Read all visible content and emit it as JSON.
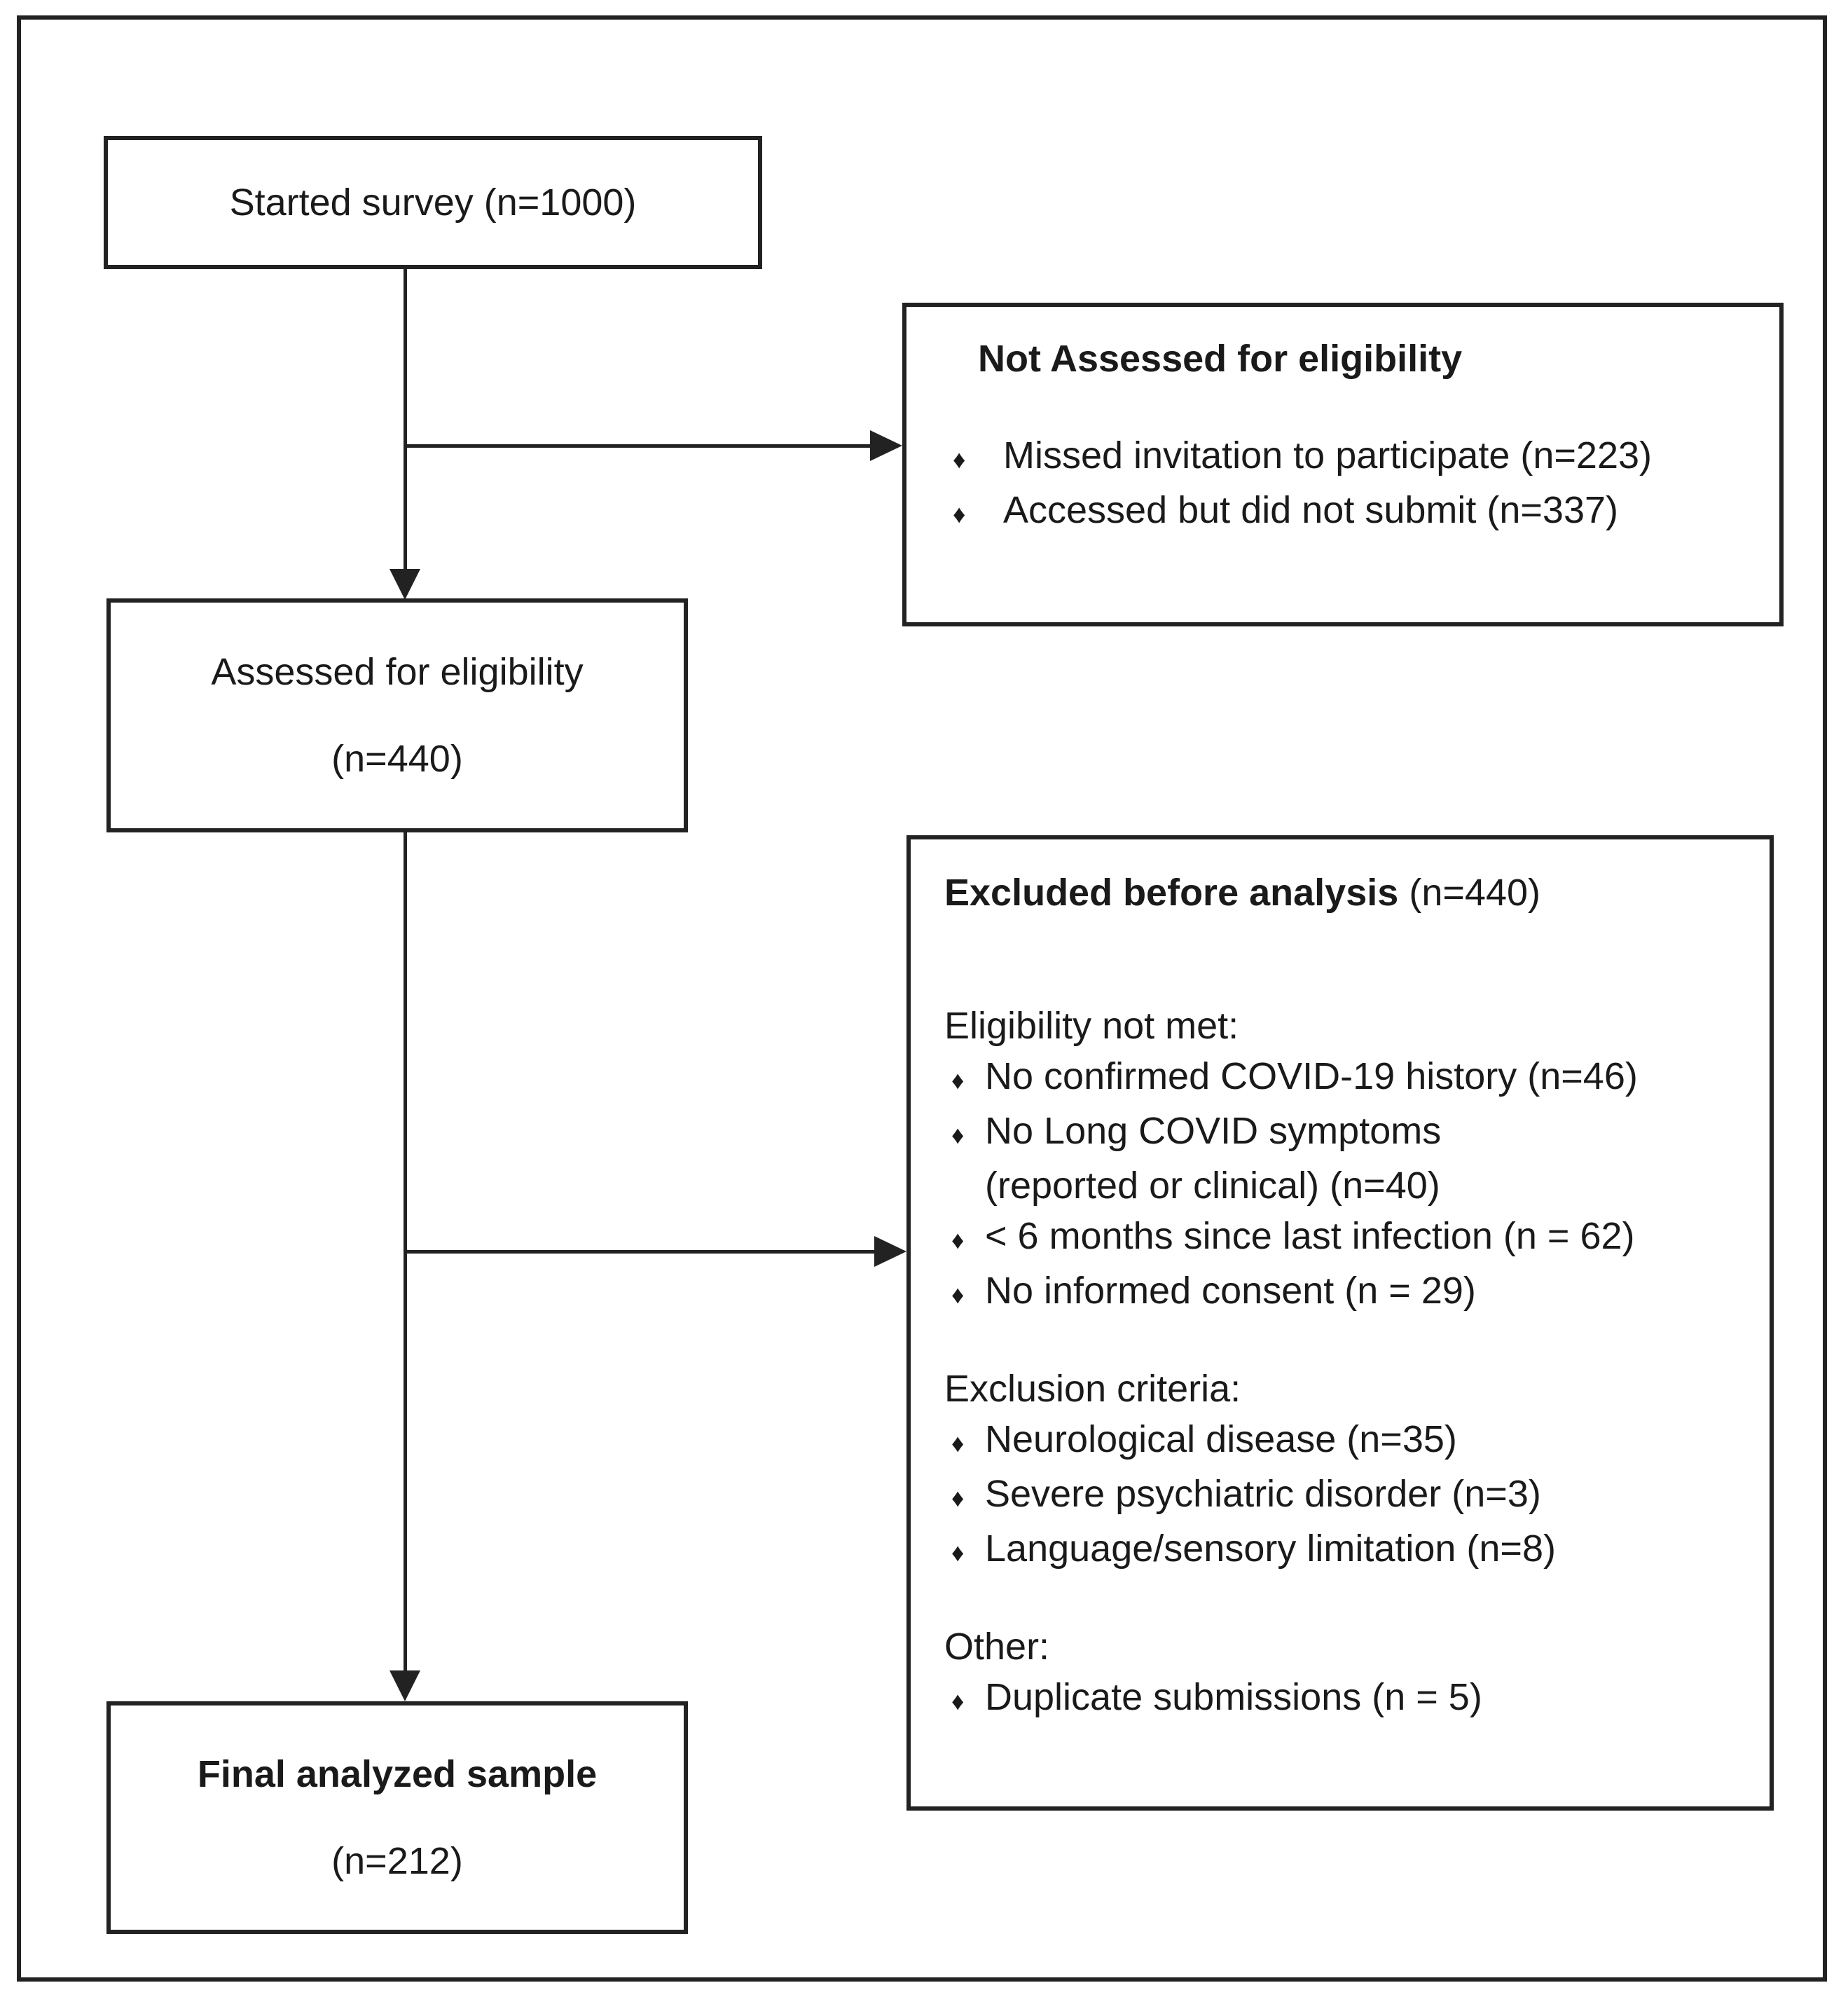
{
  "figure": {
    "type": "participant-flow-diagram",
    "line_color": "#222222",
    "bullet_glyph": "♦",
    "boxes": {
      "started": {
        "label": "Started survey (n=1000)"
      },
      "not_assessed": {
        "title": "Not Assessed for eligibility",
        "bullets": [
          "Missed invitation to participate (n=223)",
          "Accessed but did not submit (n=337)"
        ]
      },
      "assessed": {
        "label": "Assessed for eligibility",
        "count": "(n=440)"
      },
      "excluded": {
        "title": "Excluded before analysis",
        "title_count": "(n=440)",
        "sections": [
          {
            "heading": "Eligibility not met:",
            "bullets": [
              {
                "lines": [
                  "No confirmed COVID-19 history (n=46)"
                ]
              },
              {
                "lines": [
                  "No Long COVID symptoms",
                  "(reported or clinical) (n=40)"
                ]
              },
              {
                "lines": [
                  "< 6 months since last infection (n = 62)"
                ]
              },
              {
                "lines": [
                  "No informed consent (n = 29)"
                ]
              }
            ]
          },
          {
            "heading": "Exclusion criteria:",
            "bullets": [
              {
                "lines": [
                  "Neurological disease (n=35)"
                ]
              },
              {
                "lines": [
                  "Severe psychiatric disorder (n=3)"
                ]
              },
              {
                "lines": [
                  "Language/sensory limitation (n=8)"
                ]
              }
            ]
          },
          {
            "heading": "Other:",
            "bullets": [
              {
                "lines": [
                  "Duplicate submissions (n = 5)"
                ]
              }
            ]
          }
        ]
      },
      "final": {
        "label": "Final analyzed sample",
        "count": "(n=212)"
      }
    }
  }
}
